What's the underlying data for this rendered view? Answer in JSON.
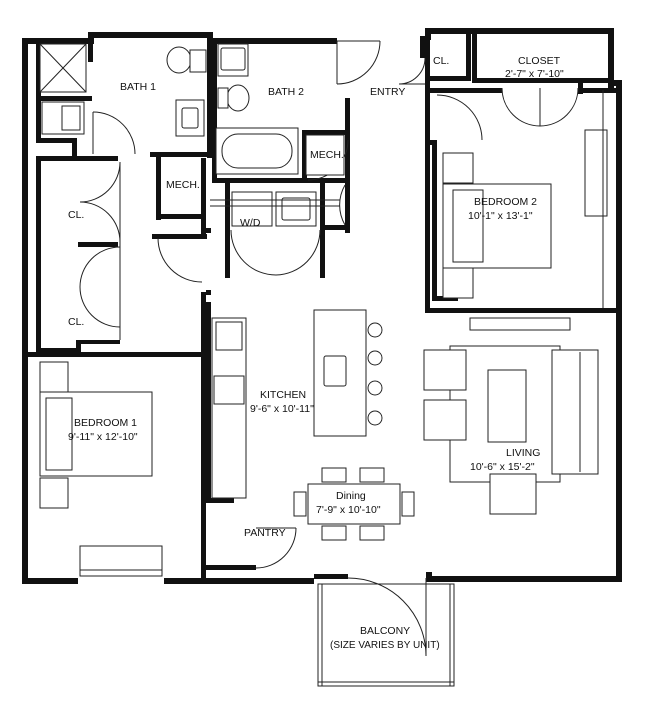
{
  "rooms": {
    "bath1": "BATH 1",
    "bath2": "BATH 2",
    "entry": "ENTRY",
    "closet_small": "CL.",
    "closet": {
      "name": "CLOSET",
      "dims": "2'-7\" x 7'-10\""
    },
    "mech1": "MECH.",
    "mech2": "MECH.",
    "closet1": "CL.",
    "closet2": "CL.",
    "wd": "W/D",
    "bedroom2": {
      "name": "BEDROOM 2",
      "dims": "10'-1\" x 13'-1\""
    },
    "bedroom1": {
      "name": "BEDROOM 1",
      "dims": "9'-11\" x 12'-10\""
    },
    "kitchen": {
      "name": "KITCHEN",
      "dims": "9'-6\" x 10'-11\""
    },
    "living": {
      "name": "LIVING",
      "dims": "10'-6\" x 15'-2\""
    },
    "dining": {
      "name": "Dining",
      "dims": "7'-9\" x 10'-10\""
    },
    "pantry": "PANTRY",
    "balcony": {
      "name": "BALCONY",
      "note": "(SIZE VARIES BY UNIT)"
    }
  }
}
